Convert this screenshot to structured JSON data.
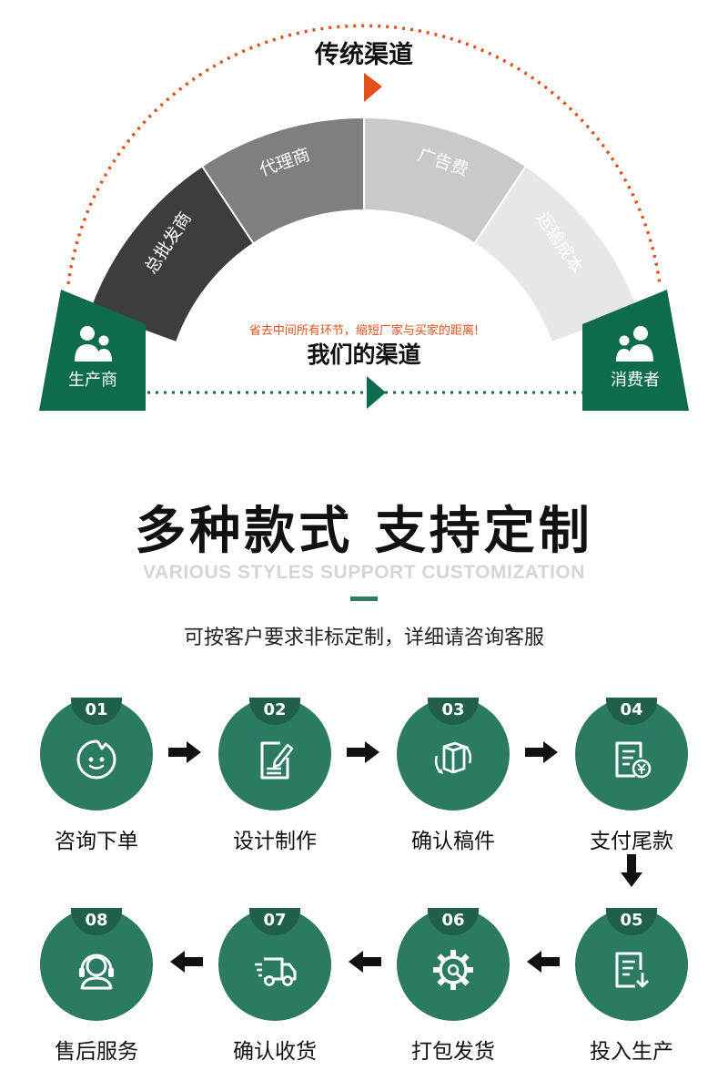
{
  "traditional": {
    "title": "传统渠道",
    "segments": [
      "总批发商",
      "代理商",
      "广告费",
      "运输成本"
    ],
    "producer": "生产商",
    "consumer": "消费者",
    "slogan": "省去中间所有环节，缩短厂家与买家的距离!",
    "our_title": "我们的渠道",
    "colors": {
      "green": "#0e6b4f",
      "orange": "#e3501c"
    }
  },
  "header": {
    "title": "多种款式 支持定制",
    "subtitle": "VARIOUS STYLES SUPPORT CUSTOMIZATION",
    "description": "可按客户要求非标定制，详细请咨询客服"
  },
  "steps": [
    {
      "num": "01",
      "label": "咨询下单",
      "icon": "chat-face-icon"
    },
    {
      "num": "02",
      "label": "设计制作",
      "icon": "edit-document-icon"
    },
    {
      "num": "03",
      "label": "确认稿件",
      "icon": "3d-box-icon"
    },
    {
      "num": "04",
      "label": "支付尾款",
      "icon": "payment-document-icon"
    },
    {
      "num": "05",
      "label": "投入生产",
      "icon": "download-document-icon"
    },
    {
      "num": "06",
      "label": "打包发货",
      "icon": "gear-wrench-icon"
    },
    {
      "num": "07",
      "label": "确认收货",
      "icon": "delivery-truck-icon"
    },
    {
      "num": "08",
      "label": "售后服务",
      "icon": "customer-service-icon"
    }
  ],
  "colors": {
    "step_green": "#2b7a63",
    "tab_green": "#1f5f4b"
  }
}
